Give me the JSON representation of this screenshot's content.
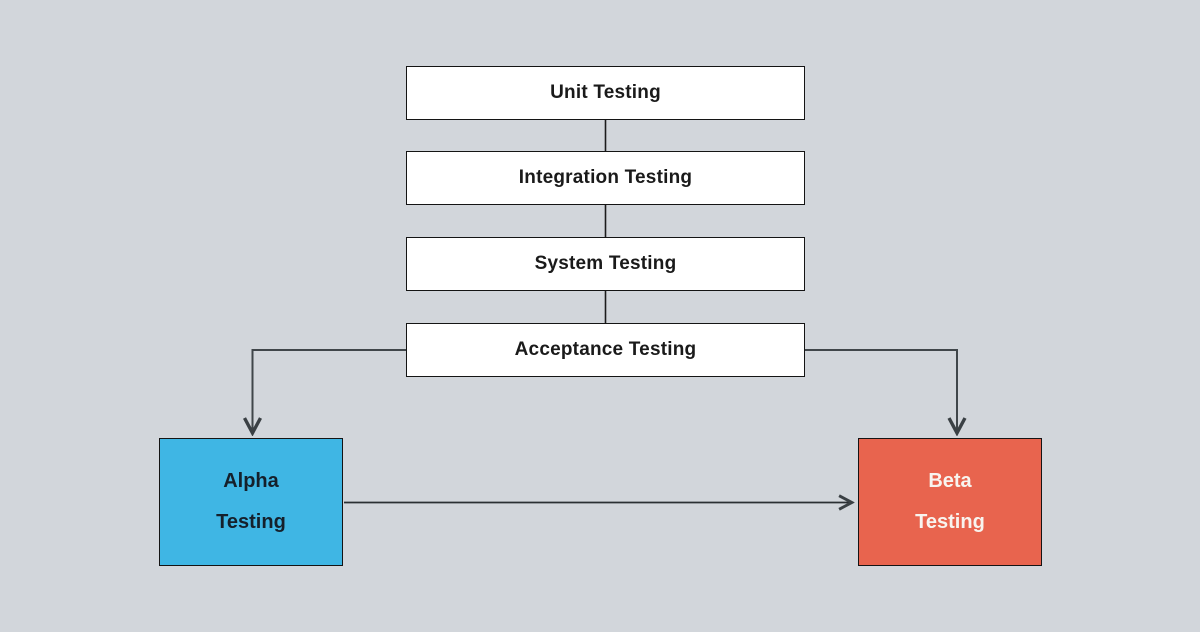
{
  "diagram": {
    "type": "flowchart",
    "colors": {
      "background": "#d2d6db",
      "stage_fill": "#ffffff",
      "stage_text": "#1a1a1a",
      "border": "#141414",
      "connector": "#40464a",
      "alpha_fill": "#3fb6e4",
      "alpha_text": "#15202b",
      "beta_fill": "#e8644e",
      "beta_text": "#f8f4ef"
    },
    "nodes": {
      "unit": {
        "label": "Unit Testing"
      },
      "integration": {
        "label": "Integration Testing"
      },
      "system": {
        "label": "System Testing"
      },
      "acceptance": {
        "label": "Acceptance Testing"
      },
      "alpha": {
        "label_line1": "Alpha",
        "label_line2": "Testing",
        "fill": "#3fb6e4"
      },
      "beta": {
        "label_line1": "Beta",
        "label_line2": "Testing",
        "fill": "#e8644e"
      }
    },
    "edges": [
      {
        "from": "unit",
        "to": "integration",
        "style": "plain-line"
      },
      {
        "from": "integration",
        "to": "system",
        "style": "plain-line"
      },
      {
        "from": "system",
        "to": "acceptance",
        "style": "plain-line"
      },
      {
        "from": "acceptance",
        "to": "alpha",
        "style": "arrow"
      },
      {
        "from": "acceptance",
        "to": "beta",
        "style": "arrow"
      },
      {
        "from": "alpha",
        "to": "beta",
        "style": "arrow"
      }
    ]
  }
}
